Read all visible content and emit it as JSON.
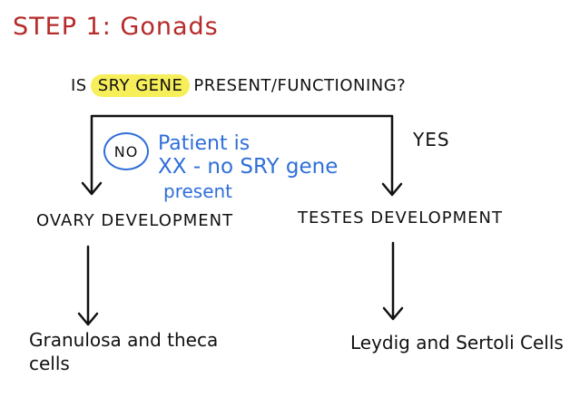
{
  "title": "STEP 1: Gonads",
  "question": {
    "prefix": "IS",
    "highlight": "SRY GENE",
    "suffix": "PRESENT/FUNCTIONING?"
  },
  "branches": {
    "yes_label": "YES",
    "no_label": "NO"
  },
  "note": {
    "line1": "Patient is",
    "line2": "XX - no SRY gene",
    "line3": "present"
  },
  "nodes": {
    "ovary": "OVARY DEVELOPMENT",
    "testes": "TESTES DEVELOPMENT"
  },
  "leaves": {
    "ovary_cells": "Granulosa and theca cells",
    "testes_cells": "Leydig and Sertoli Cells"
  },
  "colors": {
    "title": "#b52a2a",
    "highlight": "#f7ef5a",
    "note": "#2f6fd8",
    "ink": "#111111"
  }
}
